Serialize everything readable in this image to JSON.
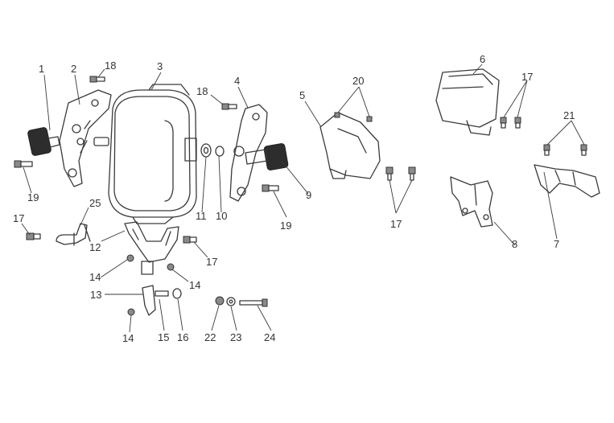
{
  "callouts": {
    "c1": "1",
    "c2": "2",
    "c3": "3",
    "c4": "4",
    "c5": "5",
    "c6": "6",
    "c7": "7",
    "c8": "8",
    "c9": "9",
    "c10": "10",
    "c11": "11",
    "c12": "12",
    "c13": "13",
    "c14a": "14",
    "c14b": "14",
    "c14c": "14",
    "c15": "15",
    "c16": "16",
    "c17a": "17",
    "c17b": "17",
    "c17c": "17",
    "c17d": "17",
    "c18a": "18",
    "c18b": "18",
    "c19a": "19",
    "c19b": "19",
    "c20": "20",
    "c21": "21",
    "c22": "22",
    "c23": "23",
    "c24": "24",
    "c25": "25"
  }
}
